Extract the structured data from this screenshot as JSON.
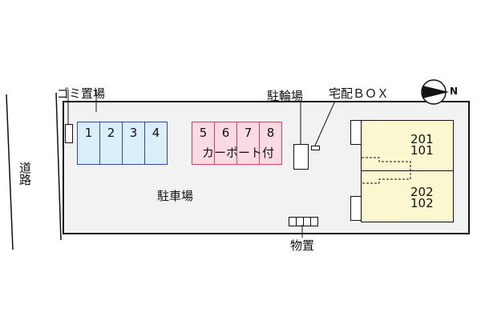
{
  "labels": {
    "road": "道路",
    "garbage": "ゴミ置場",
    "parking": "駐車場",
    "bicycle": "駐輪場",
    "delivery_box": "宅配ＢＯＸ",
    "storage": "物置",
    "carport": "カーポート付",
    "north": "N"
  },
  "parking_spaces": [
    "1",
    "2",
    "3",
    "4"
  ],
  "carport_spaces": [
    "5",
    "6",
    "7",
    "8"
  ],
  "units": {
    "north": {
      "upper": "201",
      "lower": "101"
    },
    "south": {
      "upper": "202",
      "lower": "102"
    }
  },
  "colors": {
    "open_space": "#d9f0fb",
    "carport": "#fadbe2",
    "building": "#fbf7cf",
    "site": "#f2f2f2"
  }
}
